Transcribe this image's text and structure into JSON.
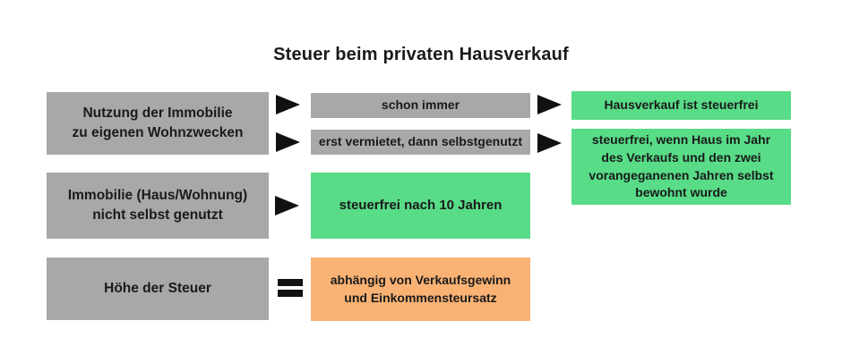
{
  "title": "Steuer beim privaten Hausverkauf",
  "boxes": {
    "usage_own_living": "Nutzung der Immobilie\nzu eigenen Wohnzwecken",
    "always": "schon immer",
    "first_rented_then_self_used": "erst vermietet, dann selbstgenutzt",
    "sale_tax_free": "Hausverkauf ist steuerfrei",
    "tax_free_conditions": "steuerfrei, wenn Haus im Jahr\ndes Verkaufs und den zwei\nvorangeganenen Jahren selbst\nbewohnt wurde",
    "not_self_used": "Immobilie (Haus/Wohnung)\nnicht selbst genutzt",
    "tax_free_after_10_years": "steuerfrei nach 10 Jahren",
    "tax_amount": "Höhe der Steuer",
    "depends_on_profit": "abhängig von Verkaufsgewinn\nund Einkommensteursatz"
  },
  "colors": {
    "box_gray": "#a8a8a8",
    "box_green": "#58dc87",
    "box_orange": "#fab274",
    "arrow_black": "#111111",
    "text": "#1a1a1a",
    "background": "#ffffff"
  },
  "icons": {
    "arrow_right": "black right-pointing triangle",
    "equals": "thick equals sign"
  }
}
